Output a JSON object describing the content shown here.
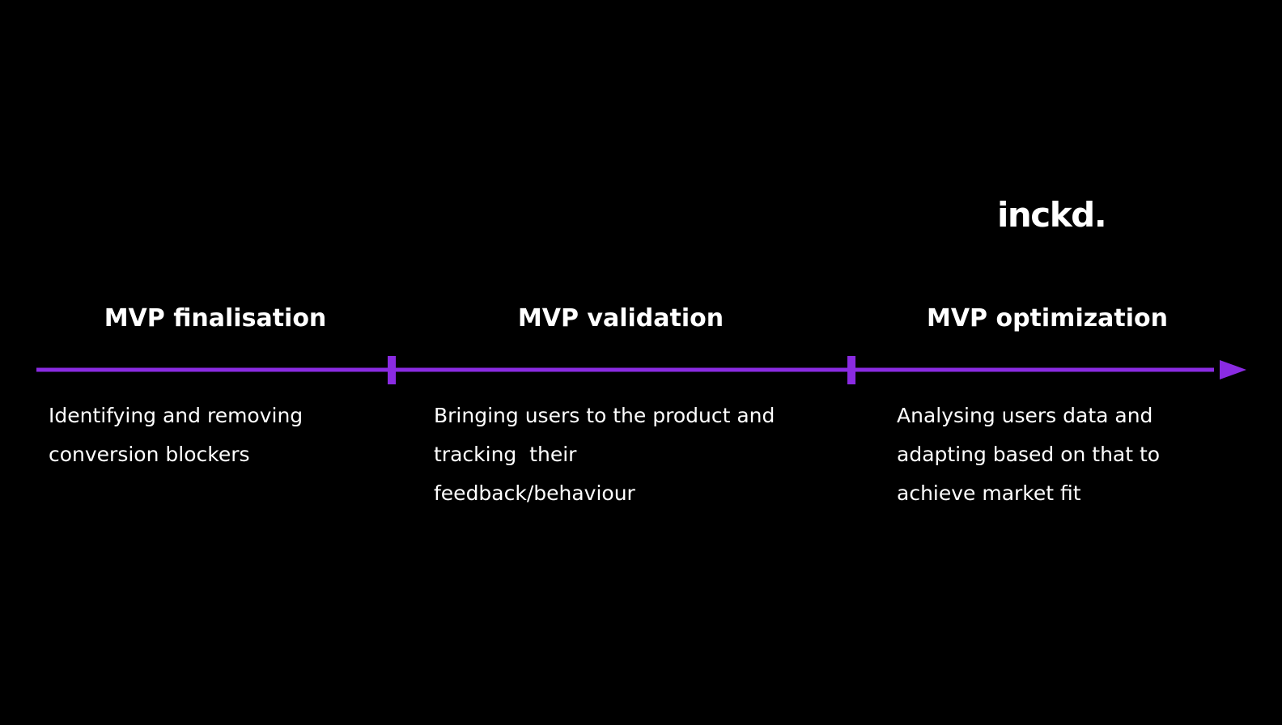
{
  "brand": {
    "logo_text": "inckd."
  },
  "colors": {
    "background": "#000000",
    "text": "#ffffff",
    "accent": "#8a2be2"
  },
  "timeline": {
    "phases": [
      {
        "title": "MVP finalisation",
        "description_lines": [
          "Identifying and removing",
          "conversion blockers"
        ]
      },
      {
        "title": "MVP validation",
        "description_lines": [
          "Bringing users to the product and",
          "tracking  their",
          "feedback/behaviour"
        ]
      },
      {
        "title": "MVP optimization",
        "description_lines": [
          "Analysing users data and",
          "adapting based on that to",
          "achieve market fit"
        ]
      }
    ]
  }
}
